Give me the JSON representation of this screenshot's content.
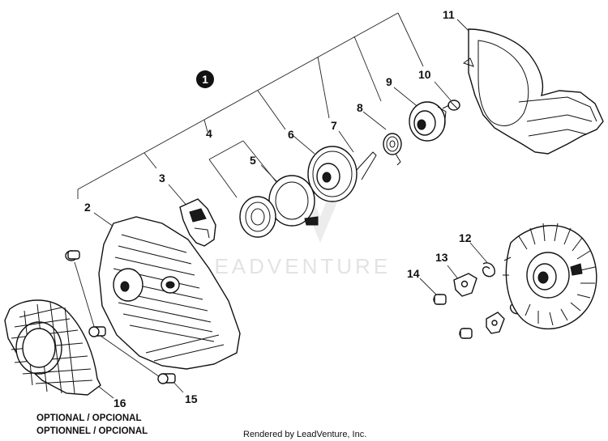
{
  "diagram": {
    "assembly_callout": "1",
    "callouts": {
      "c2": "2",
      "c3": "3",
      "c4": "4",
      "c5": "5",
      "c6": "6",
      "c7": "7",
      "c8": "8",
      "c9": "9",
      "c10": "10",
      "c11": "11",
      "c12": "12",
      "c13": "13",
      "c14": "14",
      "c15": "15",
      "c16": "16"
    },
    "optional_note_line1": "OPTIONAL / OPCIONAL",
    "optional_note_line2": "OPTIONNEL / OPCIONAL",
    "watermark": "LEADVENTURE",
    "footer": "Rendered by LeadVenture, Inc."
  }
}
